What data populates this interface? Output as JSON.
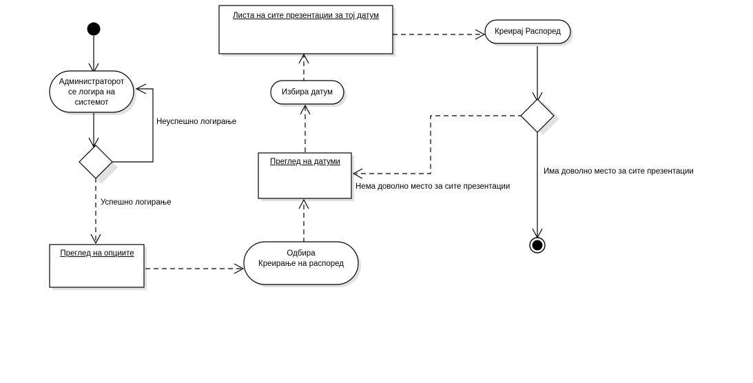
{
  "diagram": {
    "kind": "uml-activity-diagram",
    "language": "mk",
    "background_color": "#ffffff",
    "line_color": "#000000",
    "shadow_color": "#c8c8c8",
    "nodes": {
      "initial": {
        "type": "initial-node",
        "label": ""
      },
      "login_activity": {
        "type": "rounded-activity",
        "line1": "Администраторот",
        "line2": "се логира на",
        "line3": "системот"
      },
      "login_decision": {
        "type": "decision-diamond",
        "label": ""
      },
      "options_view": {
        "type": "object-box",
        "label": "Преглед на опциите"
      },
      "choose_create": {
        "type": "rounded-activity",
        "line1": "Одбира",
        "line2": "Креирање на распоред"
      },
      "dates_view": {
        "type": "object-box",
        "label": "Преглед на датуми"
      },
      "pick_date": {
        "type": "rounded-activity",
        "line1": "Избира датум"
      },
      "presentations_list": {
        "type": "object-box",
        "label": "Листа на сите презентации за тој датум"
      },
      "create_schedule": {
        "type": "rounded-activity",
        "line1": "Креирај Распоред"
      },
      "capacity_decision": {
        "type": "decision-diamond",
        "label": ""
      },
      "final": {
        "type": "final-node",
        "label": ""
      }
    },
    "edge_labels": {
      "failed_login": "Неуспешно логирање",
      "successful_login": "Успешно логирање",
      "not_enough_space": "Нема доволно место за сите презентации",
      "enough_space": "Има доволно место за сите презентации"
    }
  }
}
